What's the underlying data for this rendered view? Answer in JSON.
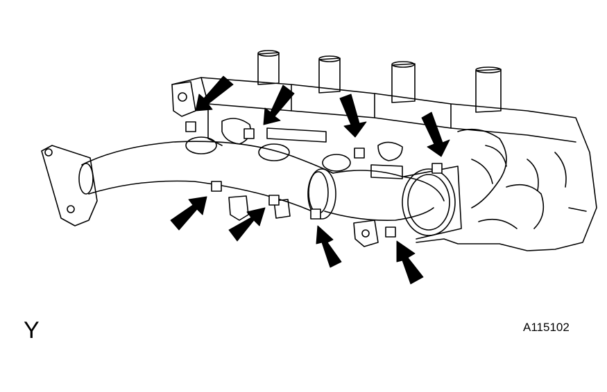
{
  "view_label": "Y",
  "figure_id": "A115102",
  "colors": {
    "ink": "#000000",
    "background": "#ffffff",
    "arrow_fill": "#000000"
  },
  "arrow_count": 8
}
